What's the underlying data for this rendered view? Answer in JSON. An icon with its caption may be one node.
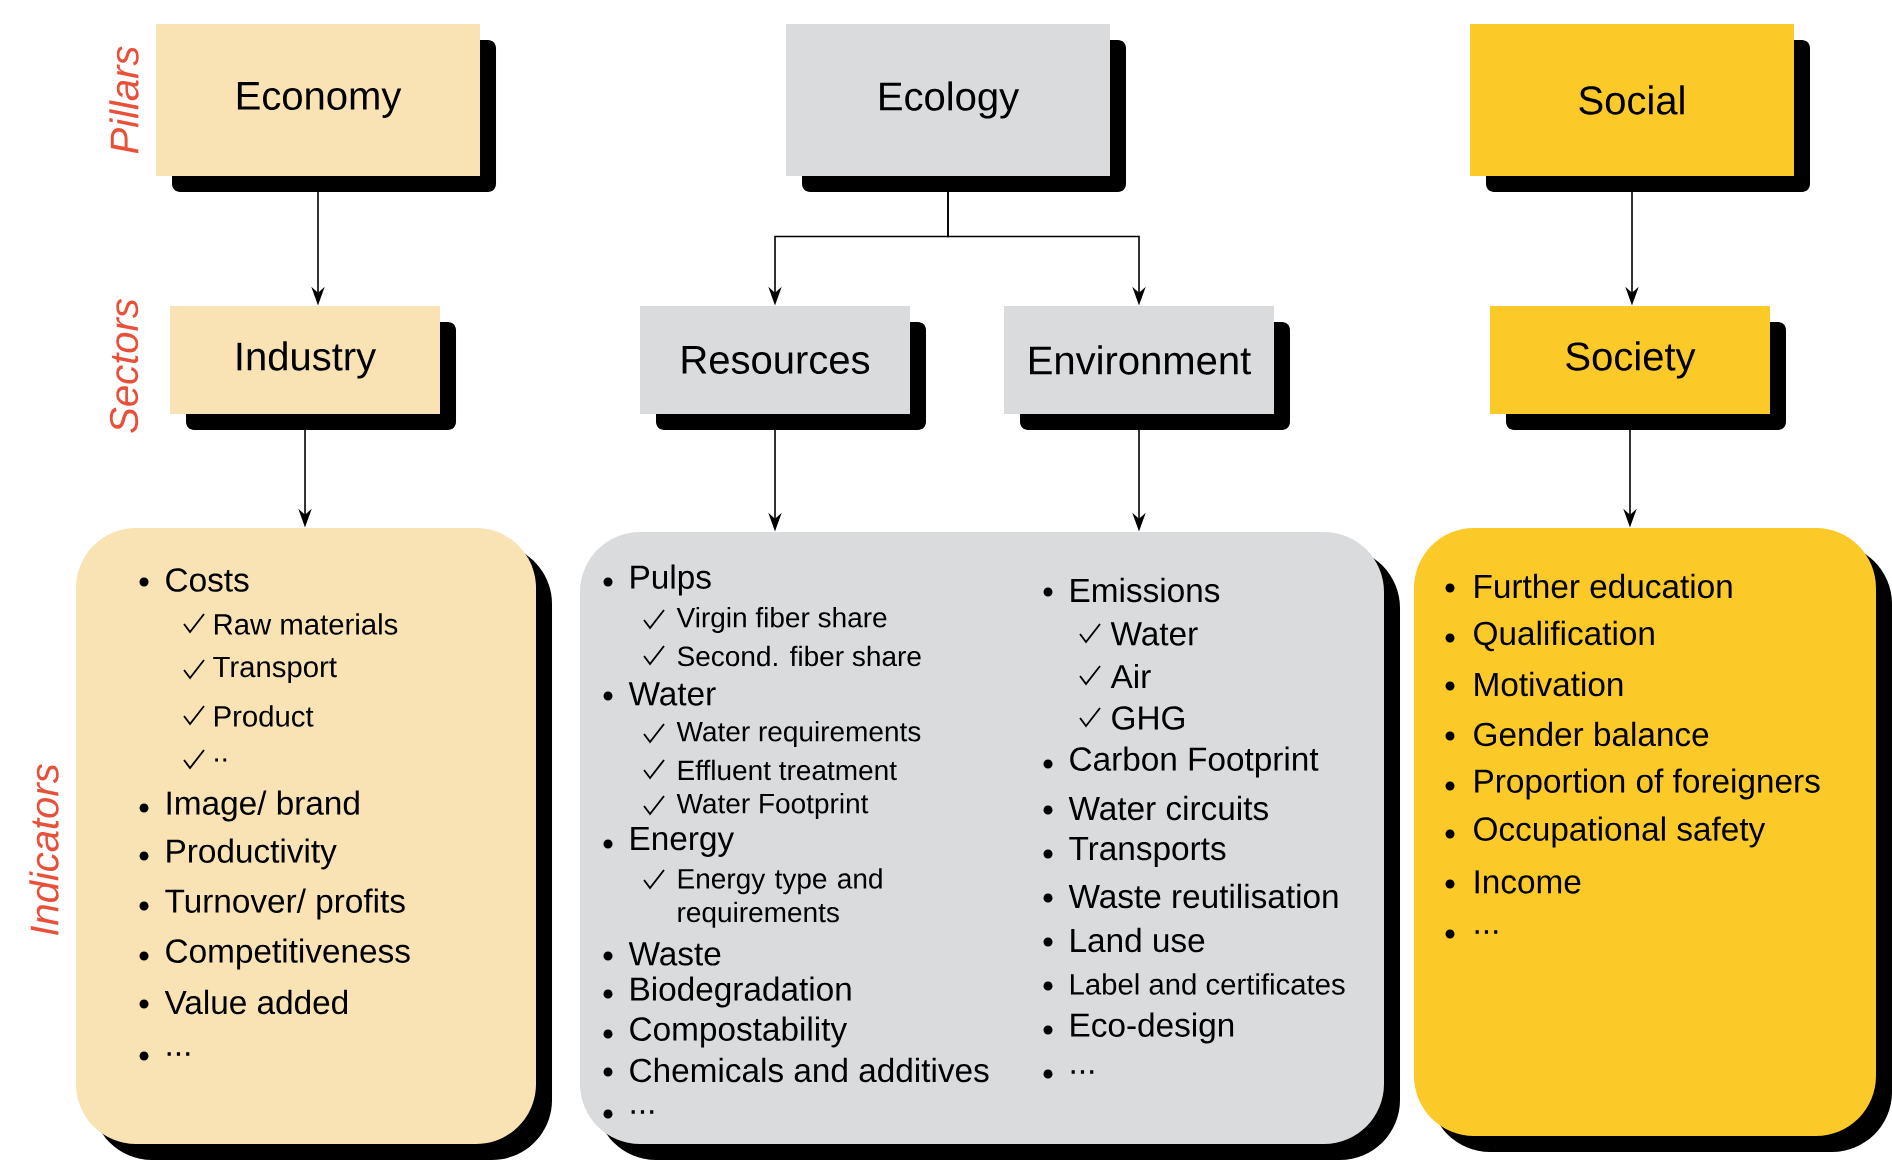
{
  "diagram": {
    "nodes": [
      {
        "text": [
          "Economy"
        ]
      },
      {
        "text": [
          "Ecology"
        ]
      },
      {
        "text": [
          "Social"
        ]
      },
      {
        "text": [
          "Industry"
        ]
      },
      {
        "text": [
          "Resources"
        ]
      },
      {
        "text": [
          "Environment"
        ]
      },
      {
        "text": [
          "Society"
        ]
      },
      {
        "text": [
          "Costs",
          "Raw materials",
          "Transport",
          "Product",
          "..",
          "Image/ brand",
          "Productivity",
          "Turnover/ profits",
          "Competitiveness",
          "Value added",
          "..."
        ]
      },
      {
        "text": [
          "Pulps",
          "Virgin fiber share",
          "Second. fiber share",
          "Water",
          "Water requirements",
          "Effluent treatment",
          "Water Footprint",
          "Energy",
          "Energy type and requirements",
          "Waste",
          "Biodegradation",
          "Compostability",
          "Chemicals and additives",
          "...",
          "Emissions",
          "Water",
          "Air",
          "GHG",
          "Carbon Footprint",
          "Water circuits",
          "Transports",
          "Waste reutilisation",
          "Land use",
          "Label and certificates",
          "Eco-design",
          "..."
        ]
      },
      {
        "text": [
          "Further education",
          "Qualification",
          "Motivation",
          "Gender balance",
          "Proportion of foreigners",
          "Occupational safety",
          "Income",
          "..."
        ]
      }
    ],
    "edges": [
      {
        "from": 0,
        "to": 3,
        "arrow": "to"
      },
      {
        "from": 1,
        "to": 4,
        "arrow": "to"
      },
      {
        "from": 1,
        "to": 5,
        "arrow": "to"
      },
      {
        "from": 2,
        "to": 6,
        "arrow": "to"
      },
      {
        "from": 3,
        "to": 7,
        "arrow": "to"
      },
      {
        "from": 4,
        "to": 8,
        "arrow": "to"
      },
      {
        "from": 5,
        "to": 8,
        "arrow": "to"
      },
      {
        "from": 6,
        "to": 9,
        "arrow": "to"
      }
    ],
    "labels": [
      "Pillars",
      "Sectors",
      "Indicators"
    ]
  }
}
